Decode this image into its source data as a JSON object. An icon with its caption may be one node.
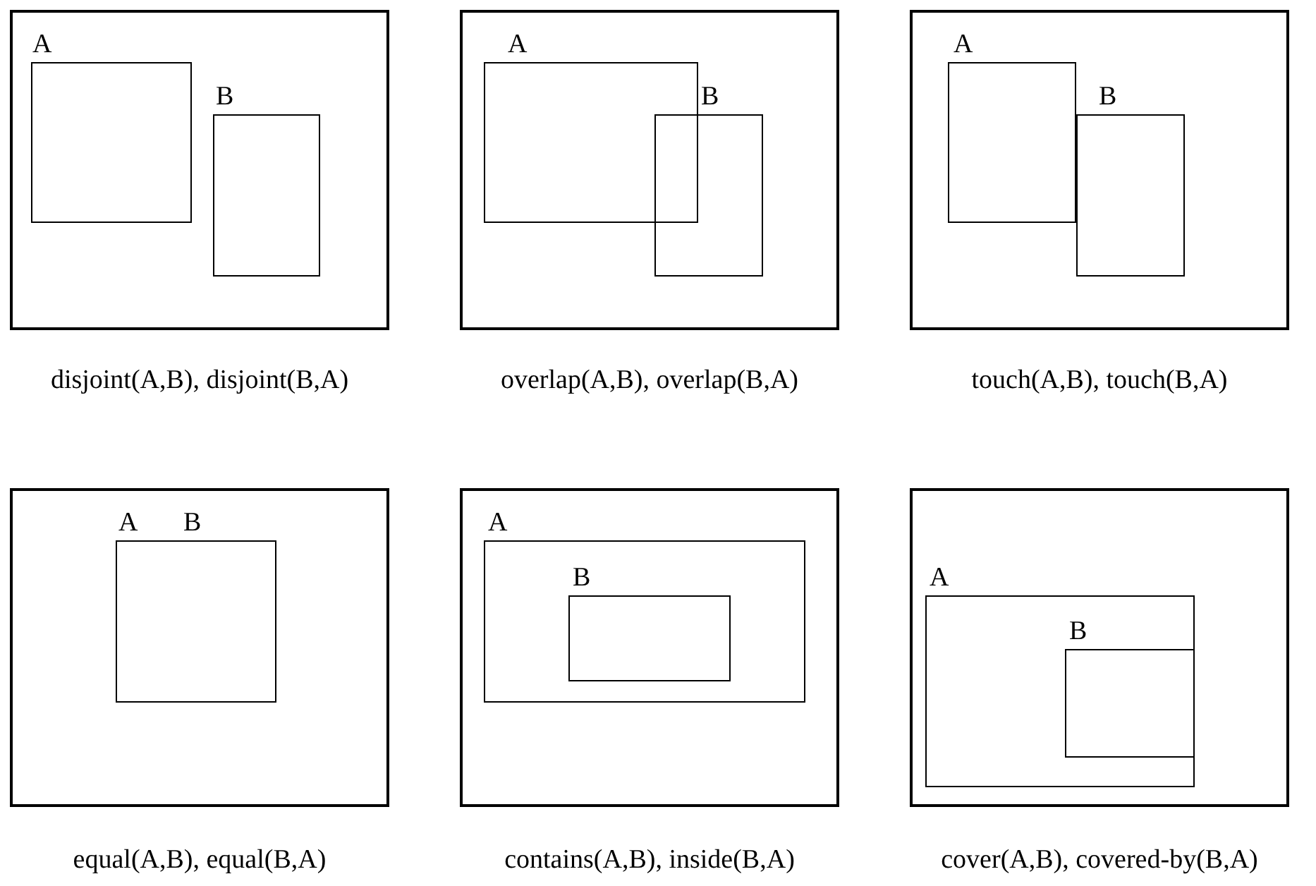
{
  "diagram": {
    "nodes": [
      {
        "text": [],
        "shape": "box",
        "beside": [
          "disjoint(A,B), disjoint(B,A)"
        ]
      },
      {
        "text": [
          "A"
        ],
        "in": 0
      },
      {
        "text": [
          "B"
        ],
        "in": 0
      },
      {
        "text": [],
        "shape": "box",
        "beside": [
          "overlap(A,B), overlap(B,A)"
        ]
      },
      {
        "text": [
          "A"
        ],
        "in": 3
      },
      {
        "text": [
          "B"
        ],
        "in": 3
      },
      {
        "text": [],
        "shape": "box",
        "beside": [
          "touch(A,B), touch(B,A)"
        ]
      },
      {
        "text": [
          "A"
        ],
        "in": 6
      },
      {
        "text": [
          "B"
        ],
        "in": 6
      },
      {
        "text": [],
        "shape": "box",
        "beside": [
          "equal(A,B), equal(B,A)"
        ]
      },
      {
        "text": [
          "A"
        ],
        "in": 9
      },
      {
        "text": [
          "B"
        ],
        "in": 9
      },
      {
        "text": [],
        "shape": "box",
        "beside": [
          "contains(A,B), inside(B,A)"
        ]
      },
      {
        "text": [
          "A"
        ],
        "in": 12
      },
      {
        "text": [
          "B"
        ],
        "in": 13
      },
      {
        "text": [],
        "shape": "box",
        "beside": [
          "cover(A,B), covered-by(B,A)"
        ]
      },
      {
        "text": [
          "A"
        ],
        "in": 15
      },
      {
        "text": [
          "B"
        ],
        "in": 16
      }
    ]
  }
}
